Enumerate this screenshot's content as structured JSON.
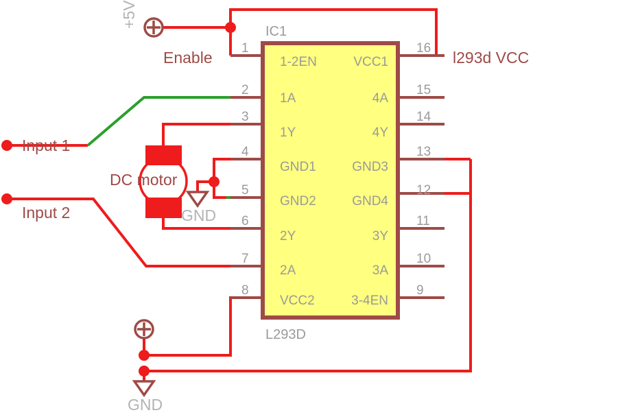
{
  "diagram": {
    "title_ref": "IC1",
    "device_name": "L293D",
    "type": "schematic"
  },
  "chip": {
    "reference": "IC1",
    "part_number": "L293D",
    "left_pins": [
      {
        "number": "1",
        "label": "1-2EN"
      },
      {
        "number": "2",
        "label": "1A"
      },
      {
        "number": "3",
        "label": "1Y"
      },
      {
        "number": "4",
        "label": "GND1"
      },
      {
        "number": "5",
        "label": "GND2"
      },
      {
        "number": "6",
        "label": "2Y"
      },
      {
        "number": "7",
        "label": "2A"
      },
      {
        "number": "8",
        "label": "VCC2"
      }
    ],
    "right_pins": [
      {
        "number": "16",
        "label": "VCC1"
      },
      {
        "number": "15",
        "label": "4A"
      },
      {
        "number": "14",
        "label": "4Y"
      },
      {
        "number": "13",
        "label": "GND3"
      },
      {
        "number": "12",
        "label": "GND4"
      },
      {
        "number": "11",
        "label": "3Y"
      },
      {
        "number": "10",
        "label": "3A"
      },
      {
        "number": "9",
        "label": "3-4EN"
      }
    ]
  },
  "labels": {
    "supply_top": "+5V",
    "enable": "Enable",
    "vcc_note": "l293d VCC",
    "input_1": "Input 1",
    "input_2": "Input 2",
    "motor": "DC motor",
    "gnd_middle": "GND",
    "gnd_bottom": "GND",
    "device_caption": "L293D",
    "ref_caption": "IC1"
  },
  "components": {
    "power_symbol_top": "power-plus-circle",
    "power_symbol_bottom": "power-plus-circle",
    "ground_symbol_middle": "ground-triangle",
    "ground_symbol_bottom": "ground-triangle",
    "motor_symbol": "dc-motor",
    "terminal_input_1": "terminal-dot",
    "terminal_input_2": "terminal-dot"
  },
  "colors": {
    "wire_red": "#ee1c1c",
    "wire_green": "#2ba02b",
    "pin_lead": "#9e4a47",
    "chip_fill": "#ffff80",
    "chip_border": "#9e4a47",
    "pin_text": "#9a9a9a",
    "net_label_text": "#9e4a47",
    "background": "#ffffff"
  }
}
